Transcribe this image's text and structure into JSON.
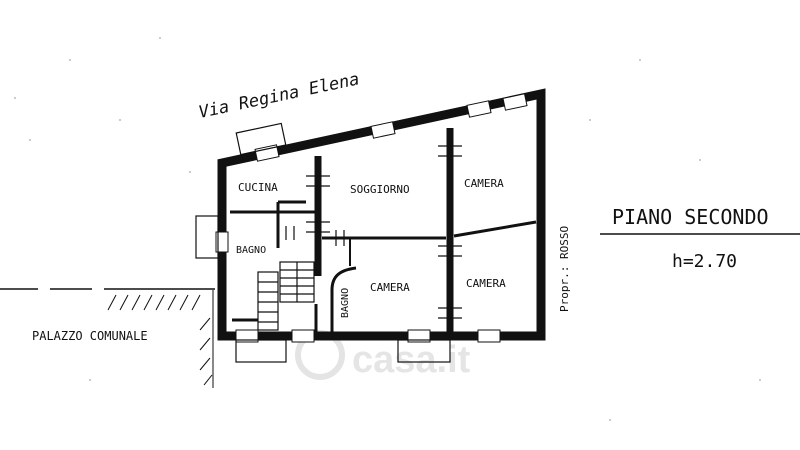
{
  "street": "Via Regina Elena",
  "rooms": {
    "cucina": "CUCINA",
    "soggiorno": "SOGGIORNO",
    "camera_top_right": "CAMERA",
    "camera_center": "CAMERA",
    "camera_bottom_right": "CAMERA",
    "bagno_left": "BAGNO",
    "bagno_small": "BAGNO"
  },
  "neighbor_building": "PALAZZO COMUNALE",
  "neighbor_owner": "Propr.: ROSSO",
  "floor": {
    "name": "PIANO SECONDO",
    "height": "h=2.70"
  },
  "watermark": "casa.it",
  "colors": {
    "ink": "#111111",
    "watermark": "#d9d9d9"
  }
}
